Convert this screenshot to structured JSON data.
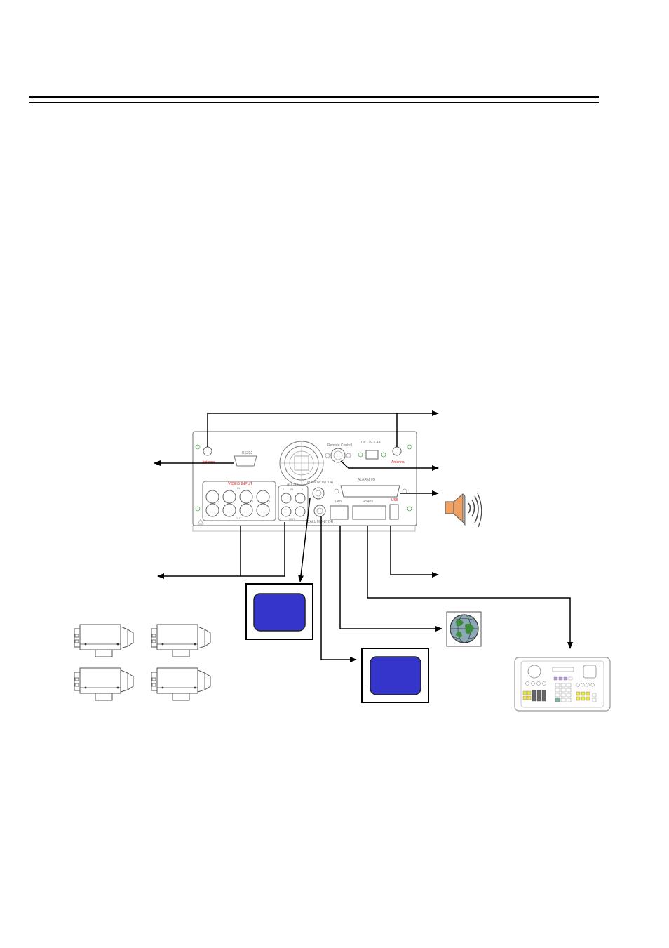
{
  "panel": {
    "antenna_left": "Antenna",
    "antenna_right": "Antenna",
    "rs232": "RS232",
    "remote_control": "Remote Control",
    "power": "DC12V 5.4A",
    "video_input": "VIDEO INPUT",
    "video_in": "IN",
    "video_out": "OUT",
    "video_numbers": [
      "4",
      "3",
      "2",
      "1"
    ],
    "audio": "AUDIO",
    "audio_in": "IN",
    "audio_out": "OUT",
    "audio_numbers": [
      "2",
      "1"
    ],
    "main_monitor": "MAIN MONITOR",
    "call_monitor": "CALL MONITOR",
    "alarm_io": "ALARM I/O",
    "lan": "LAN",
    "rs485": "RS485",
    "usb": "USB"
  },
  "colors": {
    "monitor_screen": "#3535cc",
    "speaker_body": "#f0a060",
    "label_red": "#e02020",
    "panel_stroke": "#888888",
    "keyboard_yellow": "#f2e640",
    "keyboard_violet": "#b79ae0"
  },
  "icons": {
    "speaker": "speaker-icon",
    "globe": "globe-icon",
    "cameras": "camera-icon",
    "keyboard": "controller-keyboard-icon",
    "monitors": "monitor-icon"
  }
}
